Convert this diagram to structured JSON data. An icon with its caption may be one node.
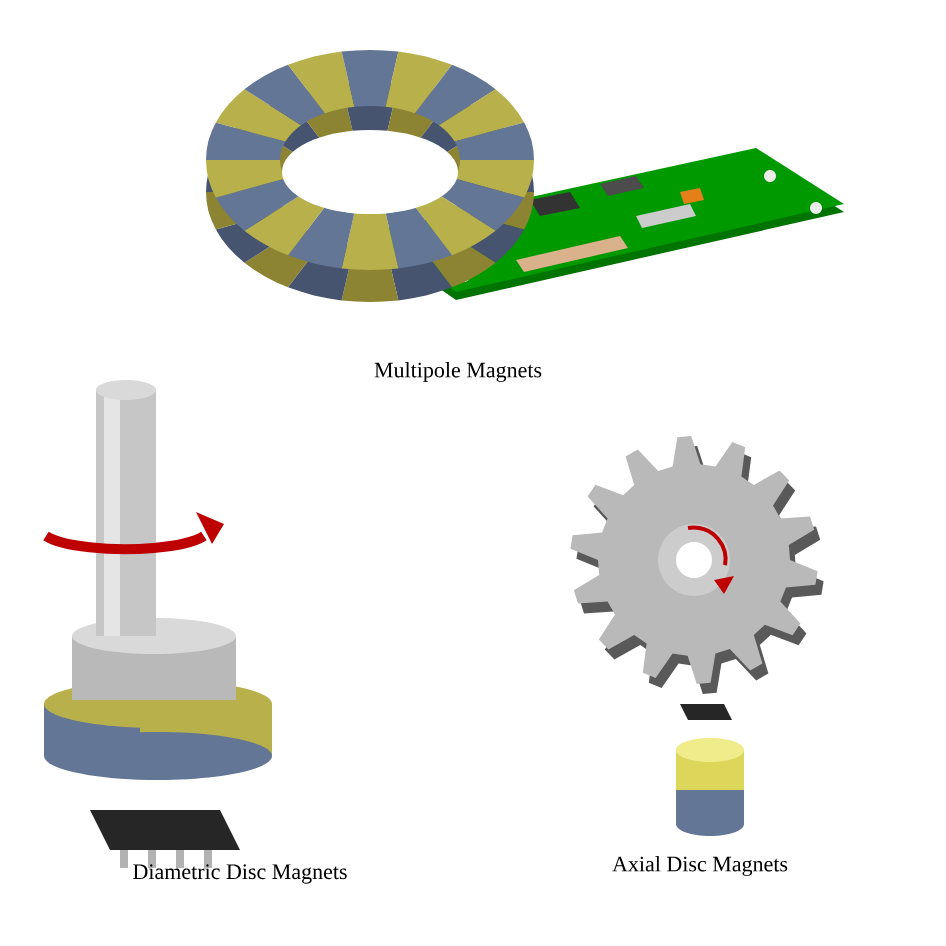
{
  "diagram": {
    "labels": [
      "Multipole Magnets",
      "Diametric Disc Magnets",
      "Axial Disc Magnets"
    ]
  }
}
